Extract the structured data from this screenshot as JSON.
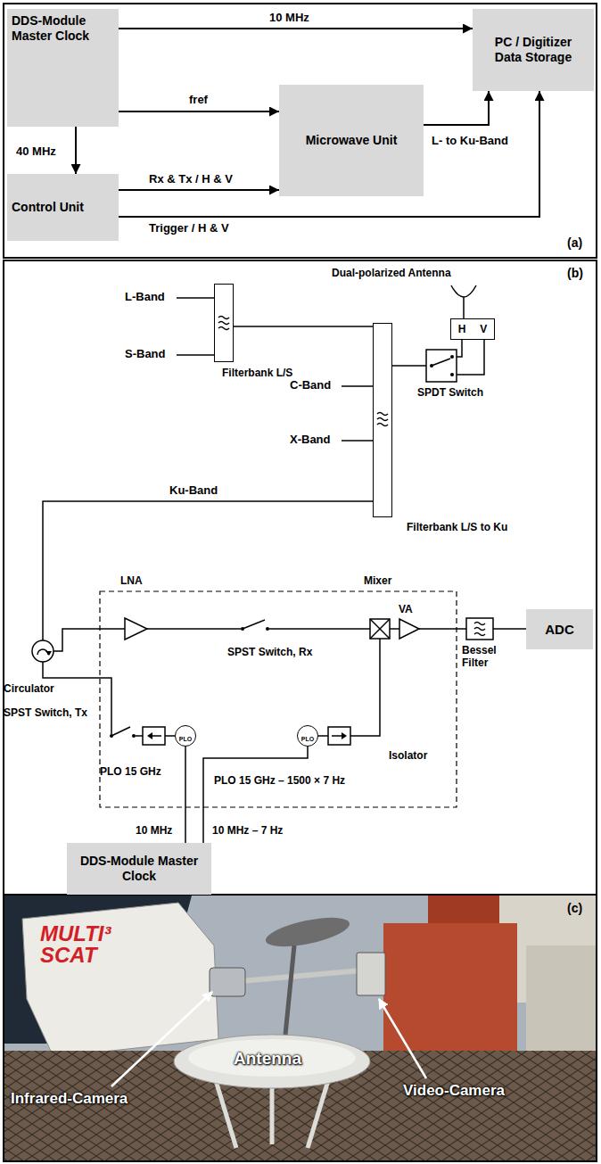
{
  "diagram": {
    "nodes": [
      {
        "text": [
          "DDS-Module Master Clock"
        ]
      },
      {
        "text": [
          "PC / Digitizer Data Storage"
        ]
      },
      {
        "text": [
          "Microwave Unit"
        ]
      },
      {
        "text": [
          "Control Unit"
        ]
      },
      {
        "text": [
          "H",
          "V"
        ]
      },
      {
        "text": [
          "Filterbank L/S"
        ]
      },
      {
        "text": [
          "Filterbank L/S to Ku"
        ]
      },
      {
        "text": [
          "PLO"
        ]
      },
      {
        "text": [
          "PLO"
        ]
      },
      {
        "text": [
          "ADC"
        ]
      },
      {
        "text": [
          "DDS-Module Master Clock"
        ]
      }
    ],
    "edges": [
      {
        "from": 0,
        "to": 1,
        "label": "10 MHz",
        "arrow": "to"
      },
      {
        "from": 0,
        "to": 2,
        "label": "fref",
        "arrow": "to"
      },
      {
        "from": 0,
        "to": 3,
        "label": "40 MHz",
        "arrow": "to"
      },
      {
        "from": 3,
        "to": 2,
        "label": "Rx & Tx / H & V",
        "arrow": "to"
      },
      {
        "from": 2,
        "to": 1,
        "label": "L- to Ku-Band",
        "arrow": "to"
      },
      {
        "from": 3,
        "to": 1,
        "label": "Trigger / H & V",
        "arrow": "to"
      },
      {
        "from": 5,
        "to": 6,
        "arrow": "none"
      },
      {
        "from": 10,
        "to": 7,
        "label": "10 MHz",
        "arrow": "none"
      },
      {
        "from": 10,
        "to": 8,
        "label": "10 MHz – 7 Hz",
        "arrow": "none"
      }
    ],
    "labels": [
      "(a)",
      "Dual-polarized Antenna",
      "(b)",
      "L-Band",
      "S-Band",
      "C-Band",
      "X-Band",
      "SPDT Switch",
      "Ku-Band",
      "LNA",
      "Mixer",
      "SPST Switch, Rx",
      "VA",
      "Bessel Filter",
      "Circulator",
      "SPST Switch, Tx",
      "PLO 15 GHz",
      "Isolator",
      "PLO 15 GHz – 1500 × 7 Hz",
      "(c)",
      "MULTI³ SCAT",
      "Infrared-Camera",
      "Antenna",
      "Video-Camera"
    ]
  }
}
